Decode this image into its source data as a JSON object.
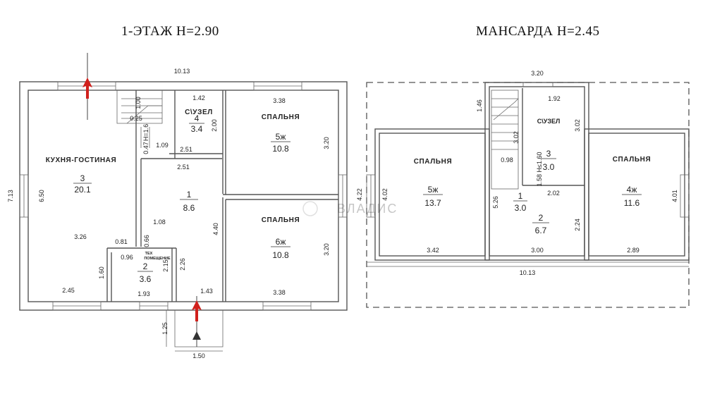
{
  "floor1": {
    "title": "1-ЭТАЖ  Н=2.90",
    "overall_width": "10.13",
    "overall_height": "7.13",
    "rooms": {
      "kitchen": {
        "label": "КУХНЯ-ГОСТИНАЯ",
        "number": "3",
        "area": "20.1"
      },
      "bath": {
        "label": "С\\УЗЕЛ",
        "number": "4",
        "area": "3.4"
      },
      "bed5": {
        "label": "СПАЛЬНЯ",
        "number": "5ж",
        "area": "10.8"
      },
      "bed6": {
        "label": "СПАЛЬНЯ",
        "number": "6ж",
        "area": "10.8"
      },
      "hall": {
        "number": "1",
        "area": "8.6"
      },
      "tech": {
        "label_line1": "ТЕХ",
        "label_line2": "ПОМЕЩЕНИЕ",
        "number": "2",
        "area": "3.6"
      }
    },
    "dims": {
      "d650": "6.50",
      "d326": "3.26",
      "d081": "0.81",
      "d160": "1.60",
      "d245": "2.45",
      "d096": "0.96",
      "d066": "0.66",
      "d215": "2.15",
      "d193": "1.93",
      "d226": "2.26",
      "d143": "1.43",
      "d108": "1.08",
      "d251a": "2.51",
      "d251b": "2.51",
      "d440": "4.40",
      "d142": "1.42",
      "d200": "2.00",
      "d109": "1.09",
      "d100": "1.00",
      "d025": "0.25",
      "d047": "0.47",
      "dh16": "Н=1.6",
      "d338a": "3.38",
      "d320a": "3.20",
      "d320b": "3.20",
      "d338b": "3.38",
      "d125": "1.25",
      "d150": "1.50"
    }
  },
  "attic": {
    "title": "МАНСАРДА  Н=2.45",
    "overall_top": "3.20",
    "overall_bottom": "10.13",
    "rooms": {
      "bed_left": {
        "label": "СПАЛЬНЯ",
        "number": "5ж",
        "area": "13.7"
      },
      "bath": {
        "label": "С\\УЗЕЛ",
        "number": "3",
        "area": "3.0"
      },
      "bed_right": {
        "label": "СПАЛЬНЯ",
        "number": "4ж",
        "area": "11.6"
      },
      "stair": {
        "number": "1",
        "area": "3.0"
      },
      "hall": {
        "number": "2",
        "area": "6.7"
      }
    },
    "dims": {
      "d422": "4.22",
      "d402": "4.02",
      "d342": "3.42",
      "d146": "1.46",
      "d526": "5.26",
      "d098": "0.98",
      "d302a": "3.02",
      "d192": "1.92",
      "d302b": "3.02",
      "d158": "1.58 Н≤1.60",
      "d202": "2.02",
      "d224": "2.24",
      "d300": "3.00",
      "d401": "4.01",
      "d289": "2.89"
    }
  },
  "watermark": "ВЛАДИС",
  "colors": {
    "arrow": "#d0201c",
    "walls": "#555555"
  }
}
